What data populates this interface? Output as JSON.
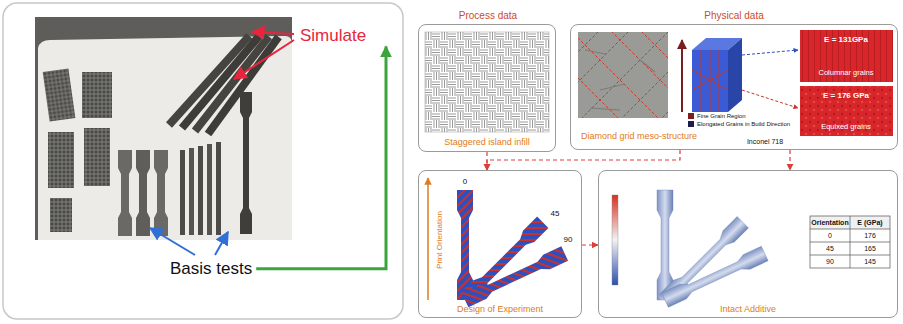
{
  "diagram": {
    "nodes": [
      {
        "text": [
          "Simulate"
        ]
      },
      {
        "text": [
          "Basis tests"
        ]
      },
      {
        "text": [
          "Process data",
          "Staggered island infill"
        ]
      },
      {
        "text": [
          "Physical data",
          "Diamond grid meso-structure"
        ]
      },
      {
        "text": [
          "Design of Experiment"
        ]
      },
      {
        "text": [
          "Intact Additive"
        ]
      }
    ],
    "edges": [
      {
        "from": 1,
        "to": 0,
        "arrow": "to"
      },
      {
        "from": 2,
        "to": 4,
        "arrow": "to"
      },
      {
        "from": 3,
        "to": 4,
        "arrow": "to"
      },
      {
        "from": 3,
        "to": 5,
        "arrow": "to"
      },
      {
        "from": 4,
        "to": 5,
        "arrow": "to"
      }
    ],
    "labels": [
      "E = 131GPa",
      "Columnar grains",
      "E = 176 GPa",
      "Equixed grains",
      "Inconel 718",
      "Print Orientation",
      "0",
      "45",
      "90",
      "Orientation",
      "E (GPa)",
      "0",
      "176",
      "45",
      "165",
      "90",
      "145"
    ],
    "legend": [
      {
        "text": "Fine Grain Region",
        "color": "#7a1f1f"
      },
      {
        "text": "Elongated Grains in Build Direction",
        "color": "#1c1c4e"
      }
    ]
  }
}
